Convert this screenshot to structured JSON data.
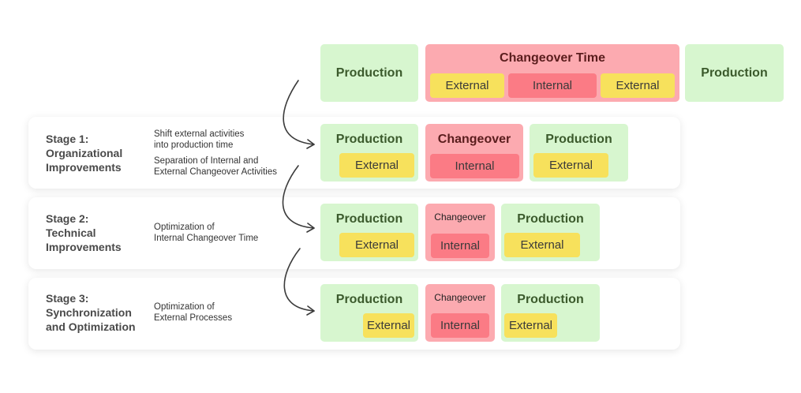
{
  "top_row": {
    "production_left": "Production",
    "changeover_title": "Changeover Time",
    "external_left": "External",
    "internal": "Internal",
    "external_right": "External",
    "production_right": "Production"
  },
  "stages": [
    {
      "title": "Stage 1:\nOrganizational\nImprovements",
      "desc1": "Shift external activities\ninto production time",
      "desc2": "Separation of Internal and\nExternal Changeover Activities",
      "production_left": "Production",
      "external_left": "External",
      "changeover": "Changeover",
      "internal": "Internal",
      "production_right": "Production",
      "external_right": "External"
    },
    {
      "title": "Stage 2:\nTechnical\nImprovements",
      "desc1": "Optimization of\nInternal Changeover Time",
      "production_left": "Production",
      "external_left": "External",
      "changeover": "Changeover",
      "internal": "Internal",
      "production_right": "Production",
      "external_right": "External"
    },
    {
      "title": "Stage 3:\nSynchronization\nand Optimization",
      "desc1": "Optimization of\nExternal Processes",
      "production_left": "Production",
      "external_left": "External",
      "changeover": "Changeover",
      "internal": "Internal",
      "production_right": "Production",
      "external_right": "External"
    }
  ],
  "colors": {
    "production": "#d7f6cf",
    "changeover": "#fcaab0",
    "external": "#f7e15c",
    "internal": "#fb7b85"
  }
}
